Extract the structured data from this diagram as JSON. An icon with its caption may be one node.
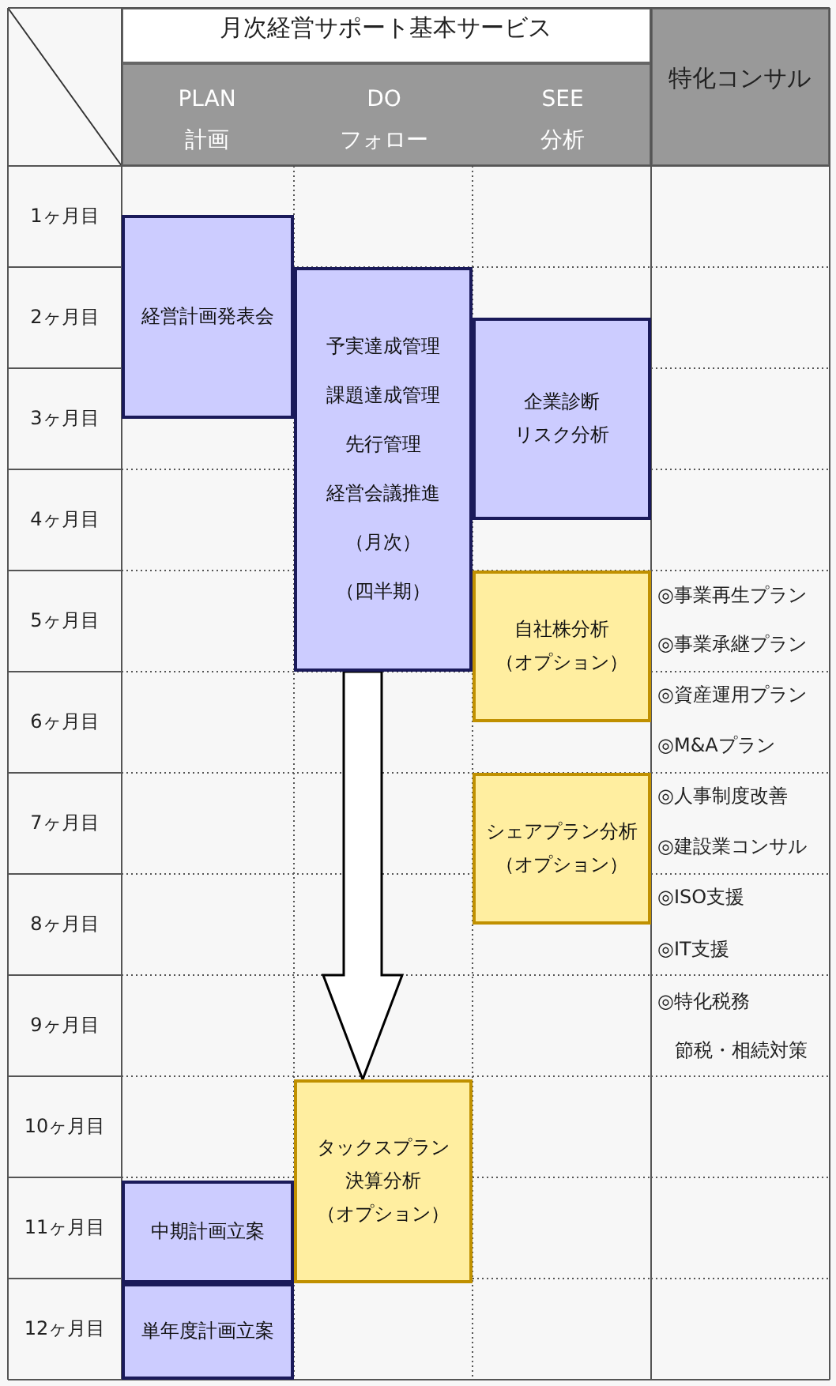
{
  "diagram": {
    "nodes": [
      {
        "text": [
          "経営計画発表会"
        ]
      },
      {
        "text": [
          "予実達成管理",
          "課題達成管理",
          "先行管理",
          "経営会議推進",
          "（月次）",
          "（四半期）"
        ]
      },
      {
        "text": [
          "企業診断",
          "リスク分析"
        ]
      },
      {
        "text": [
          "自社株分析",
          "（オプション）"
        ]
      },
      {
        "text": [
          "シェアプラン分析",
          "（オプション）"
        ]
      },
      {
        "text": [
          "タックスプラン",
          "決算分析",
          "（オプション）"
        ]
      },
      {
        "text": [
          "中期計画立案"
        ]
      },
      {
        "text": [
          "単年度計画立案"
        ]
      }
    ],
    "edges": [
      {
        "from": 1,
        "to": 5,
        "arrow": "to"
      }
    ],
    "labels": [
      "月次経営サポート基本サービス",
      "特化コンサル",
      "PLAN",
      "計画",
      "DO",
      "フォロー",
      "SEE",
      "分析",
      "1ヶ月目",
      "2ヶ月目",
      "3ヶ月目",
      "4ヶ月目",
      "5ヶ月目",
      "6ヶ月目",
      "7ヶ月目",
      "8ヶ月目",
      "9ヶ月目",
      "10ヶ月目",
      "11ヶ月目",
      "12ヶ月目",
      "◎事業再生プラン",
      "◎事業承継プラン",
      "◎資産運用プラン",
      "◎M&Aプラン",
      "◎人事制度改善",
      "◎建設業コンサル",
      "◎ISO支援",
      "◎IT支援",
      "◎特化税務",
      "節税・相続対策"
    ]
  }
}
